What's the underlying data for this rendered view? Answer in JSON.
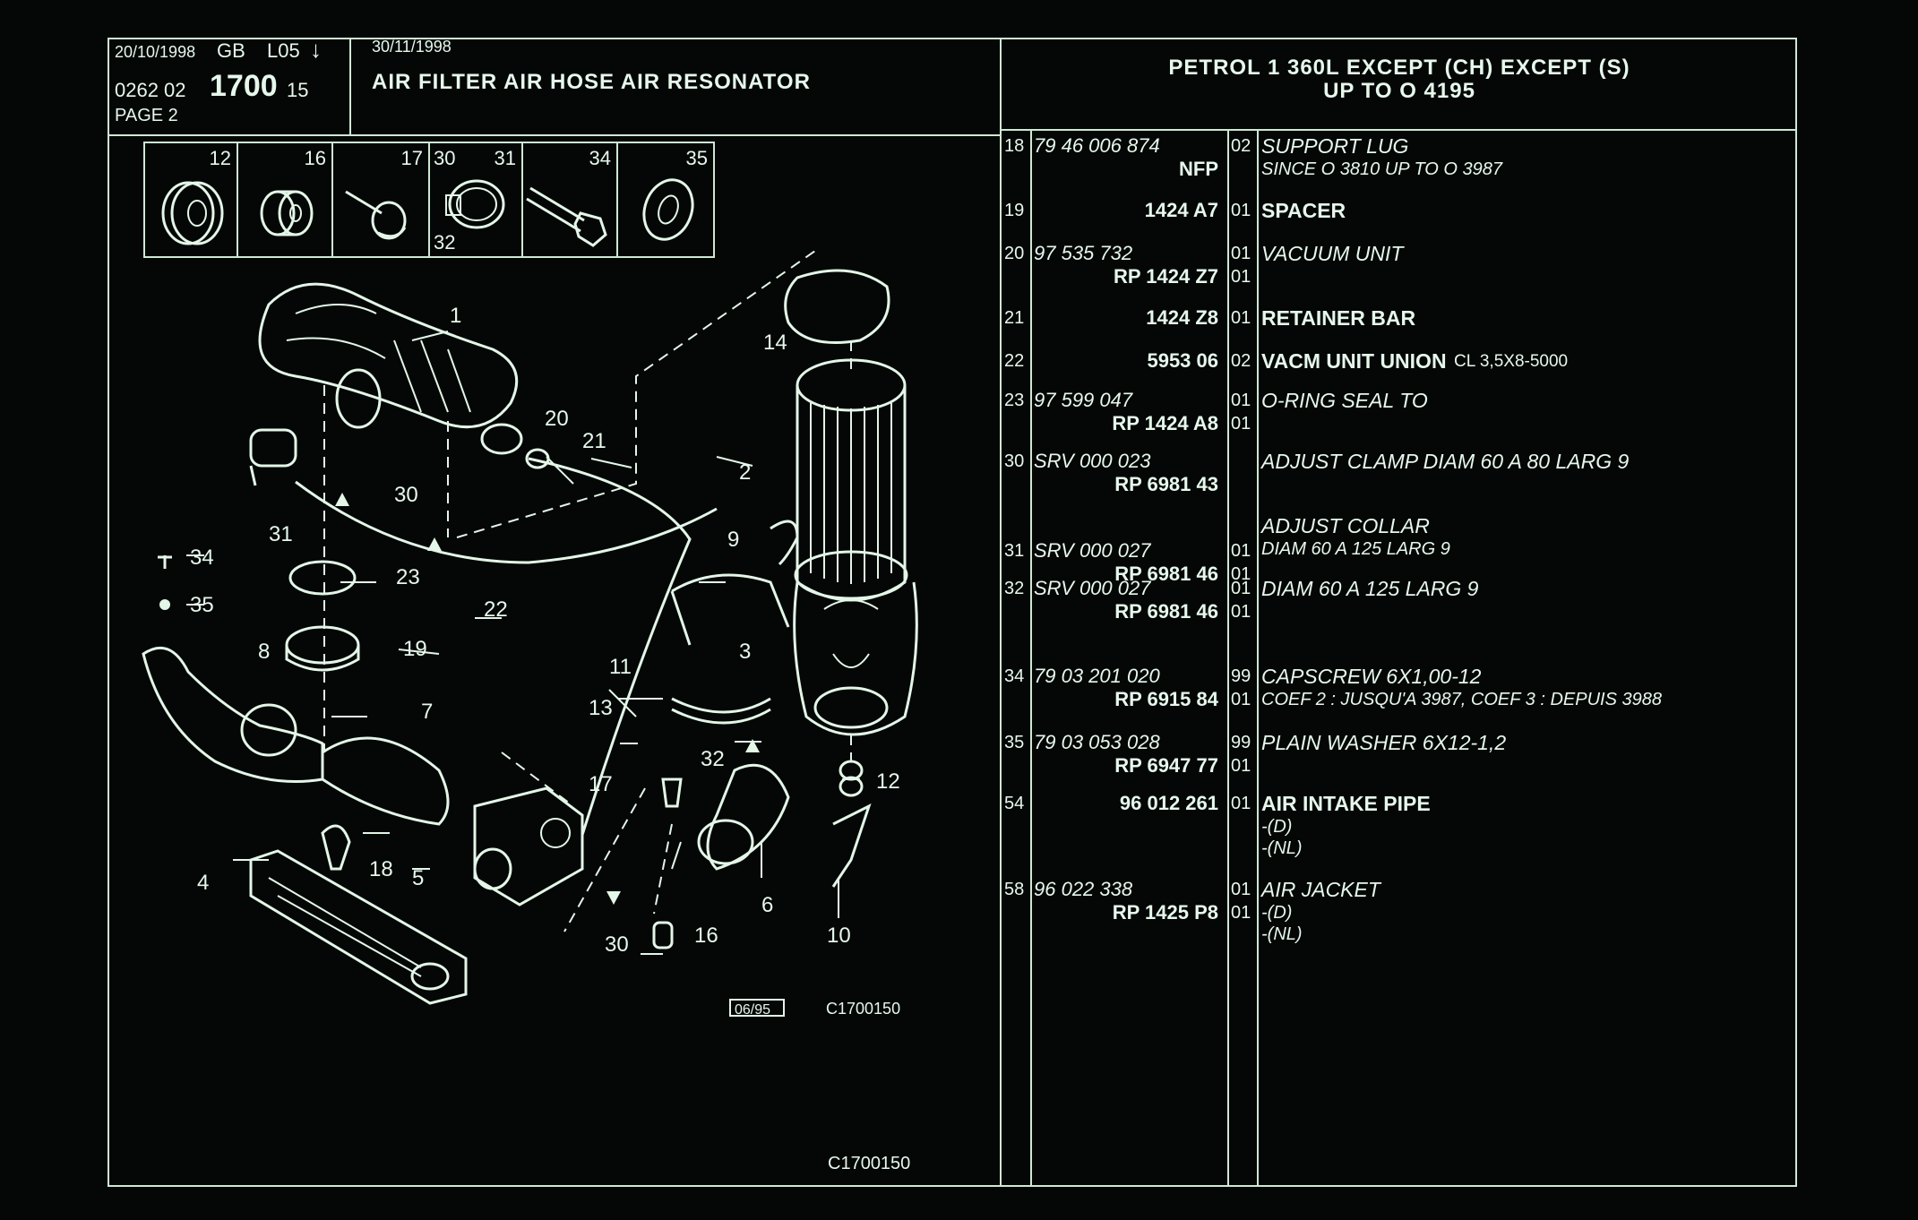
{
  "header": {
    "date1": "20/10/1998",
    "lang": "GB",
    "level": "L05",
    "arrow": "↓",
    "code_prefix": "0262 02",
    "group": "1700",
    "code_suffix": "15",
    "page": "PAGE 2",
    "date2": "30/11/1998",
    "title": "AIR FILTER AIR HOSE AIR RESONATOR",
    "bar_line1": "PETROL 1 360L EXCEPT (CH) EXCEPT (S)",
    "bar_line2": "UP TO O      4195"
  },
  "thumbnails": [
    {
      "num": "12",
      "icon": "grommet-icon"
    },
    {
      "num": "16",
      "icon": "bushing-icon"
    },
    {
      "num": "17",
      "icon": "clip-screw-icon"
    },
    {
      "num": "30",
      "num2": "31",
      "num3": "32",
      "icon": "hose-clamp-icon"
    },
    {
      "num": "34",
      "icon": "capscrew-icon"
    },
    {
      "num": "35",
      "icon": "washer-icon"
    }
  ],
  "diagram": {
    "callouts": [
      "1",
      "2",
      "3",
      "4",
      "5",
      "6",
      "7",
      "8",
      "9",
      "10",
      "11",
      "12",
      "13",
      "14",
      "16",
      "17",
      "18",
      "19",
      "20",
      "21",
      "22",
      "23",
      "30",
      "31",
      "32",
      "34",
      "35"
    ],
    "stamp": "06/95",
    "ref_code": "C1700150",
    "ref_code_bottom": "C1700150"
  },
  "parts": [
    {
      "ref": "18",
      "pn": "79 46 006 874",
      "rp": "NFP",
      "qty1": "02",
      "qty2": "",
      "desc": "SUPPORT LUG",
      "desc_style": "i",
      "extra": [
        "SINCE O  3810 UP  TO  O  3987"
      ]
    },
    {
      "ref": "19",
      "pn": "",
      "rp": "1424 A7",
      "qty1": "01",
      "qty2": "",
      "desc": "SPACER",
      "desc_style": "b",
      "extra": []
    },
    {
      "ref": "20",
      "pn": "97 535 732",
      "rp": "RP  1424 Z7",
      "qty1": "01",
      "qty2": "01",
      "desc": "VACUUM UNIT",
      "desc_style": "i",
      "extra": []
    },
    {
      "ref": "21",
      "pn": "",
      "rp": "1424 Z8",
      "qty1": "01",
      "qty2": "",
      "desc": "RETAINER BAR",
      "desc_style": "b",
      "extra": []
    },
    {
      "ref": "22",
      "pn": "",
      "rp": "5953 06",
      "qty1": "02",
      "qty2": "",
      "desc": "VACM UNIT UNION",
      "desc_style": "b",
      "suffix": "CL 3,5X8-5000",
      "extra": []
    },
    {
      "ref": "23",
      "pn": "97 599 047",
      "rp": "RP  1424 A8",
      "qty1": "01",
      "qty2": "01",
      "desc": "O-RING SEAL TO",
      "desc_style": "i",
      "extra": []
    },
    {
      "ref": "30",
      "pn": "SRV 000 023",
      "rp": "RP  6981 43",
      "qty1": "",
      "qty2": "",
      "desc": "ADJUST CLAMP DIAM 60 A 80 LARG 9",
      "desc_style": "i",
      "extra": []
    },
    {
      "ref": "31",
      "pn": "SRV 000 027",
      "rp": "RP  6981 46",
      "qty1": "01",
      "qty2": "01",
      "desc": "ADJUST COLLAR",
      "desc_style": "i",
      "pre": true,
      "extra": [
        "DIAM 60 A 125 LARG 9"
      ]
    },
    {
      "ref": "32",
      "pn": "SRV 000 027",
      "rp": "RP  6981 46",
      "qty1": "01",
      "qty2": "01",
      "desc": "DIAM 60 A 125 LARG 9",
      "desc_style": "i",
      "extra": []
    },
    {
      "ref": "34",
      "pn": "79 03 201 020",
      "rp": "RP  6915 84",
      "qty1": "99",
      "qty2": "01",
      "desc": "CAPSCREW 6X1,00-12",
      "desc_style": "i",
      "extra": [
        "COEF 2 : JUSQU'A 3987, COEF 3 : DEPUIS 3988"
      ]
    },
    {
      "ref": "35",
      "pn": "79 03 053 028",
      "rp": "RP  6947 77",
      "qty1": "99",
      "qty2": "01",
      "desc": "PLAIN WASHER 6X12-1,2",
      "desc_style": "i",
      "extra": []
    },
    {
      "ref": "54",
      "pn": "",
      "rp": "96 012 261",
      "qty1": "01",
      "qty2": "",
      "desc": "AIR INTAKE PIPE",
      "desc_style": "b",
      "extra": [
        "-(D)",
        "-(NL)"
      ]
    },
    {
      "ref": "58",
      "pn": "96 022 338",
      "rp": "RP  1425 P8",
      "qty1": "01",
      "qty2": "01",
      "desc": "AIR JACKET",
      "desc_style": "i",
      "extra": [
        "-(D)",
        "-(NL)"
      ]
    }
  ]
}
